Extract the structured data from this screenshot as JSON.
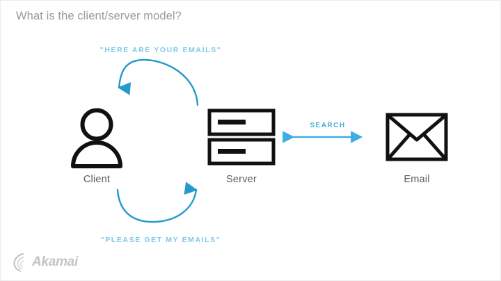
{
  "slide": {
    "title": "What is the client/server model?",
    "background_color": "#ffffff",
    "title_color": "#9a9a9a"
  },
  "nodes": [
    {
      "id": "client",
      "label": "Client",
      "icon": "person-icon",
      "color": "#111111"
    },
    {
      "id": "server",
      "label": "Server",
      "icon": "server-rack-icon",
      "color": "#111111"
    },
    {
      "id": "email",
      "label": "Email",
      "icon": "envelope-icon",
      "color": "#111111"
    }
  ],
  "flows": [
    {
      "id": "response",
      "label": "\"HERE ARE YOUR EMAILS\"",
      "from": "server",
      "to": "client",
      "style": "curved-arrow-top",
      "color": "#7ec8ea"
    },
    {
      "id": "request",
      "label": "\"PLEASE GET MY EMAILS\"",
      "from": "client",
      "to": "server",
      "style": "curved-arrow-bottom",
      "color": "#7ec8ea"
    },
    {
      "id": "search",
      "label": "SEARCH",
      "from": "server",
      "to": "email",
      "style": "double-headed-arrow",
      "color": "#3eaee2"
    }
  ],
  "branding": {
    "logo_name": "akamai-logo",
    "logo_text": "Akamai",
    "logo_color": "#c3c3c3"
  },
  "colors": {
    "arc_blue": "#2499cc",
    "arc_blue_light": "#3eaee2",
    "label_blue": "#7ec8ea",
    "icon_black": "#111111",
    "text_gray": "#5b5b5b"
  }
}
